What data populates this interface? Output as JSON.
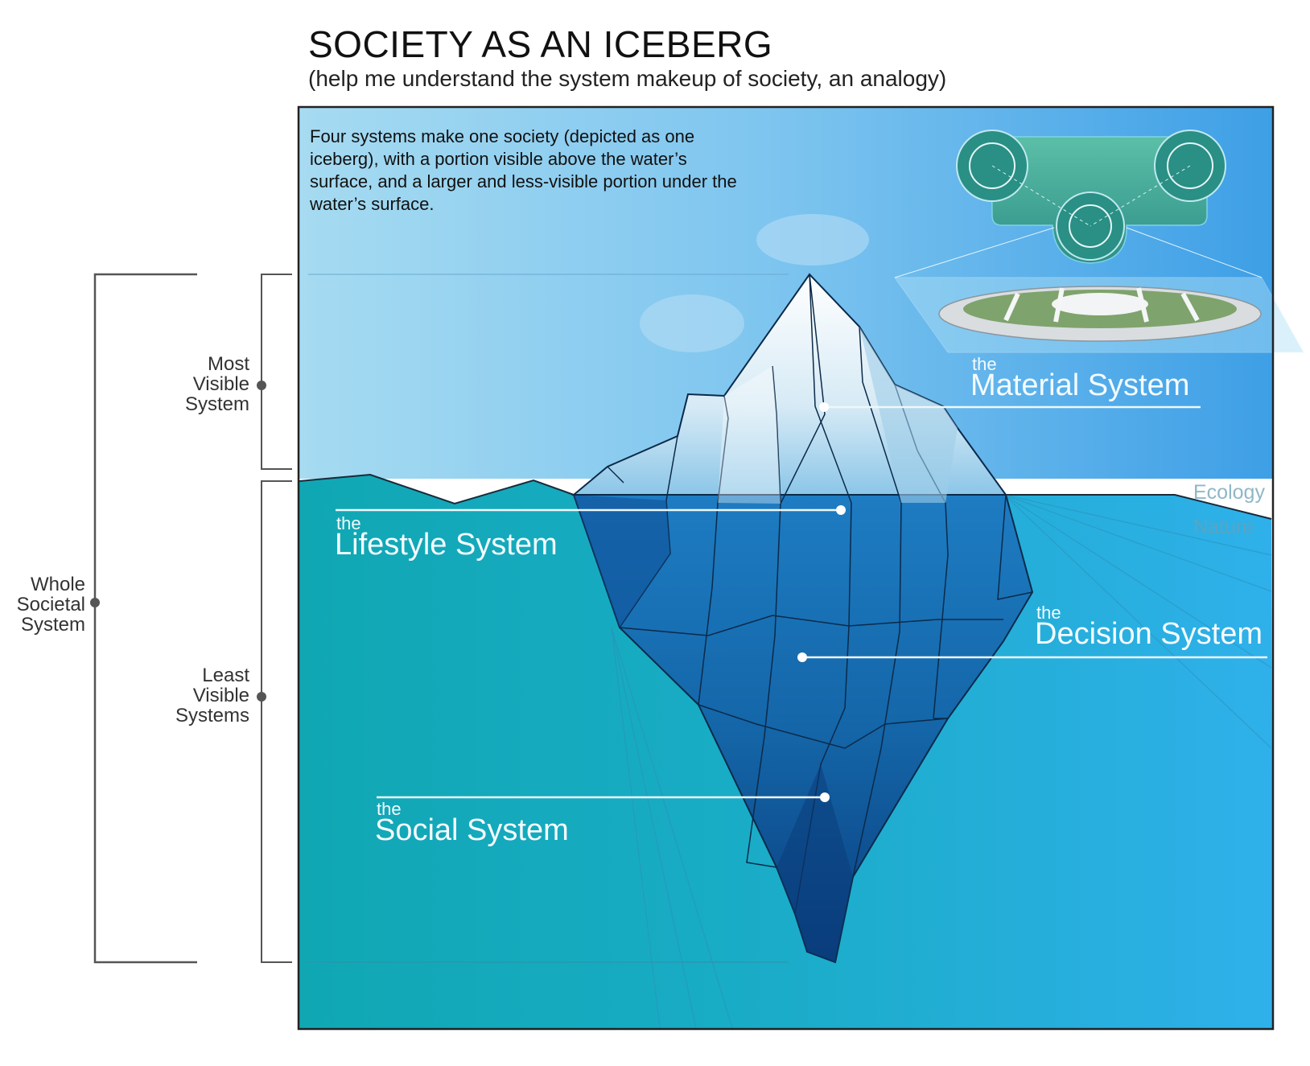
{
  "header": {
    "title": "SOCIETY AS AN ICEBERG",
    "subtitle": "(help me understand the system makeup of society, an analogy)"
  },
  "description": "Four systems make one society (depicted as one iceberg), with a portion visible above the water’s surface, and a larger and less-visible portion under the water’s surface.",
  "brackets": {
    "whole": "Whole\nSocietal\nSystem",
    "most": "Most\nVisible\nSystem",
    "least": "Least\nVisible\nSystems"
  },
  "systems": {
    "material": {
      "the": "the",
      "name": "Material System"
    },
    "lifestyle": {
      "the": "the",
      "name": "Lifestyle System"
    },
    "decision": {
      "the": "the",
      "name": "Decision System"
    },
    "social": {
      "the": "the",
      "name": "Social System"
    }
  },
  "environment": {
    "ecology": "Ecology",
    "nature": "Nature"
  },
  "colors": {
    "sky_top": "#4aa8e8",
    "sky_light": "#a8d8f0",
    "water_left": "#19a8b8",
    "water_right": "#2ba8e0",
    "iceberg_dark": "#0d4a8c",
    "bracket": "#555555"
  }
}
